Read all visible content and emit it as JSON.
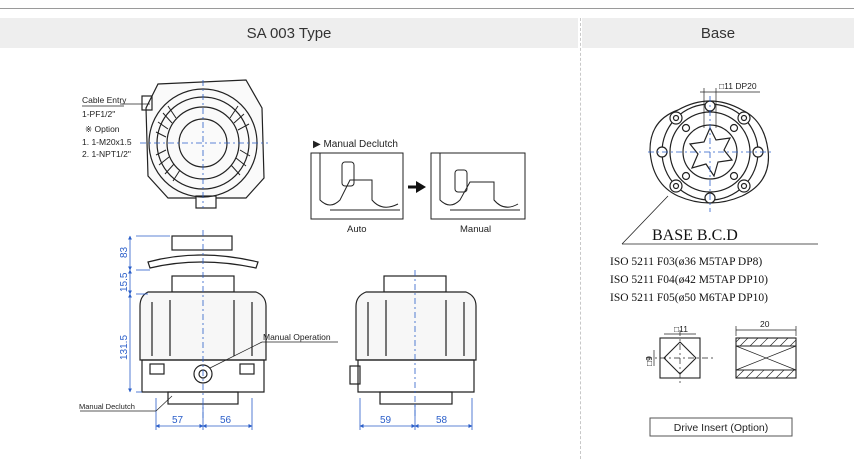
{
  "headers": {
    "left": "SA 003 Type",
    "right": "Base"
  },
  "top_view": {
    "cable_entry": "Cable Entry",
    "cable_value": "1-PF1/2\"",
    "option": "※ Option",
    "option1": "1. 1-M20x1.5",
    "option2": "2. 1-NPT1/2\""
  },
  "declutch": {
    "title": "▶ Manual Declutch",
    "auto": "Auto",
    "manual": "Manual"
  },
  "front_view": {
    "dim_83": "83",
    "dim_15_5": "15.5",
    "dim_131_5": "131.5",
    "dim_57": "57",
    "dim_56": "56",
    "manual_operation": "Manual Operation",
    "manual_declutch": "Manual Declutch"
  },
  "side_view": {
    "dim_59": "59",
    "dim_58": "58"
  },
  "base": {
    "dp_label": "□11 DP20",
    "bcd_title": "BASE B.C.D",
    "iso_lines": [
      "ISO 5211 F03(ø36 M5TAP DP8)",
      "ISO 5211 F04(ø42 M5TAP DP10)",
      "ISO 5211 F05(ø50 M6TAP DP10)"
    ],
    "insert_square": "□11",
    "insert_width": "20",
    "insert_side": "□9",
    "insert_caption": "Drive Insert (Option)"
  },
  "colors": {
    "header_bg": "#eeeeee",
    "dimension": "#2a5ec9",
    "line": "#222222"
  }
}
